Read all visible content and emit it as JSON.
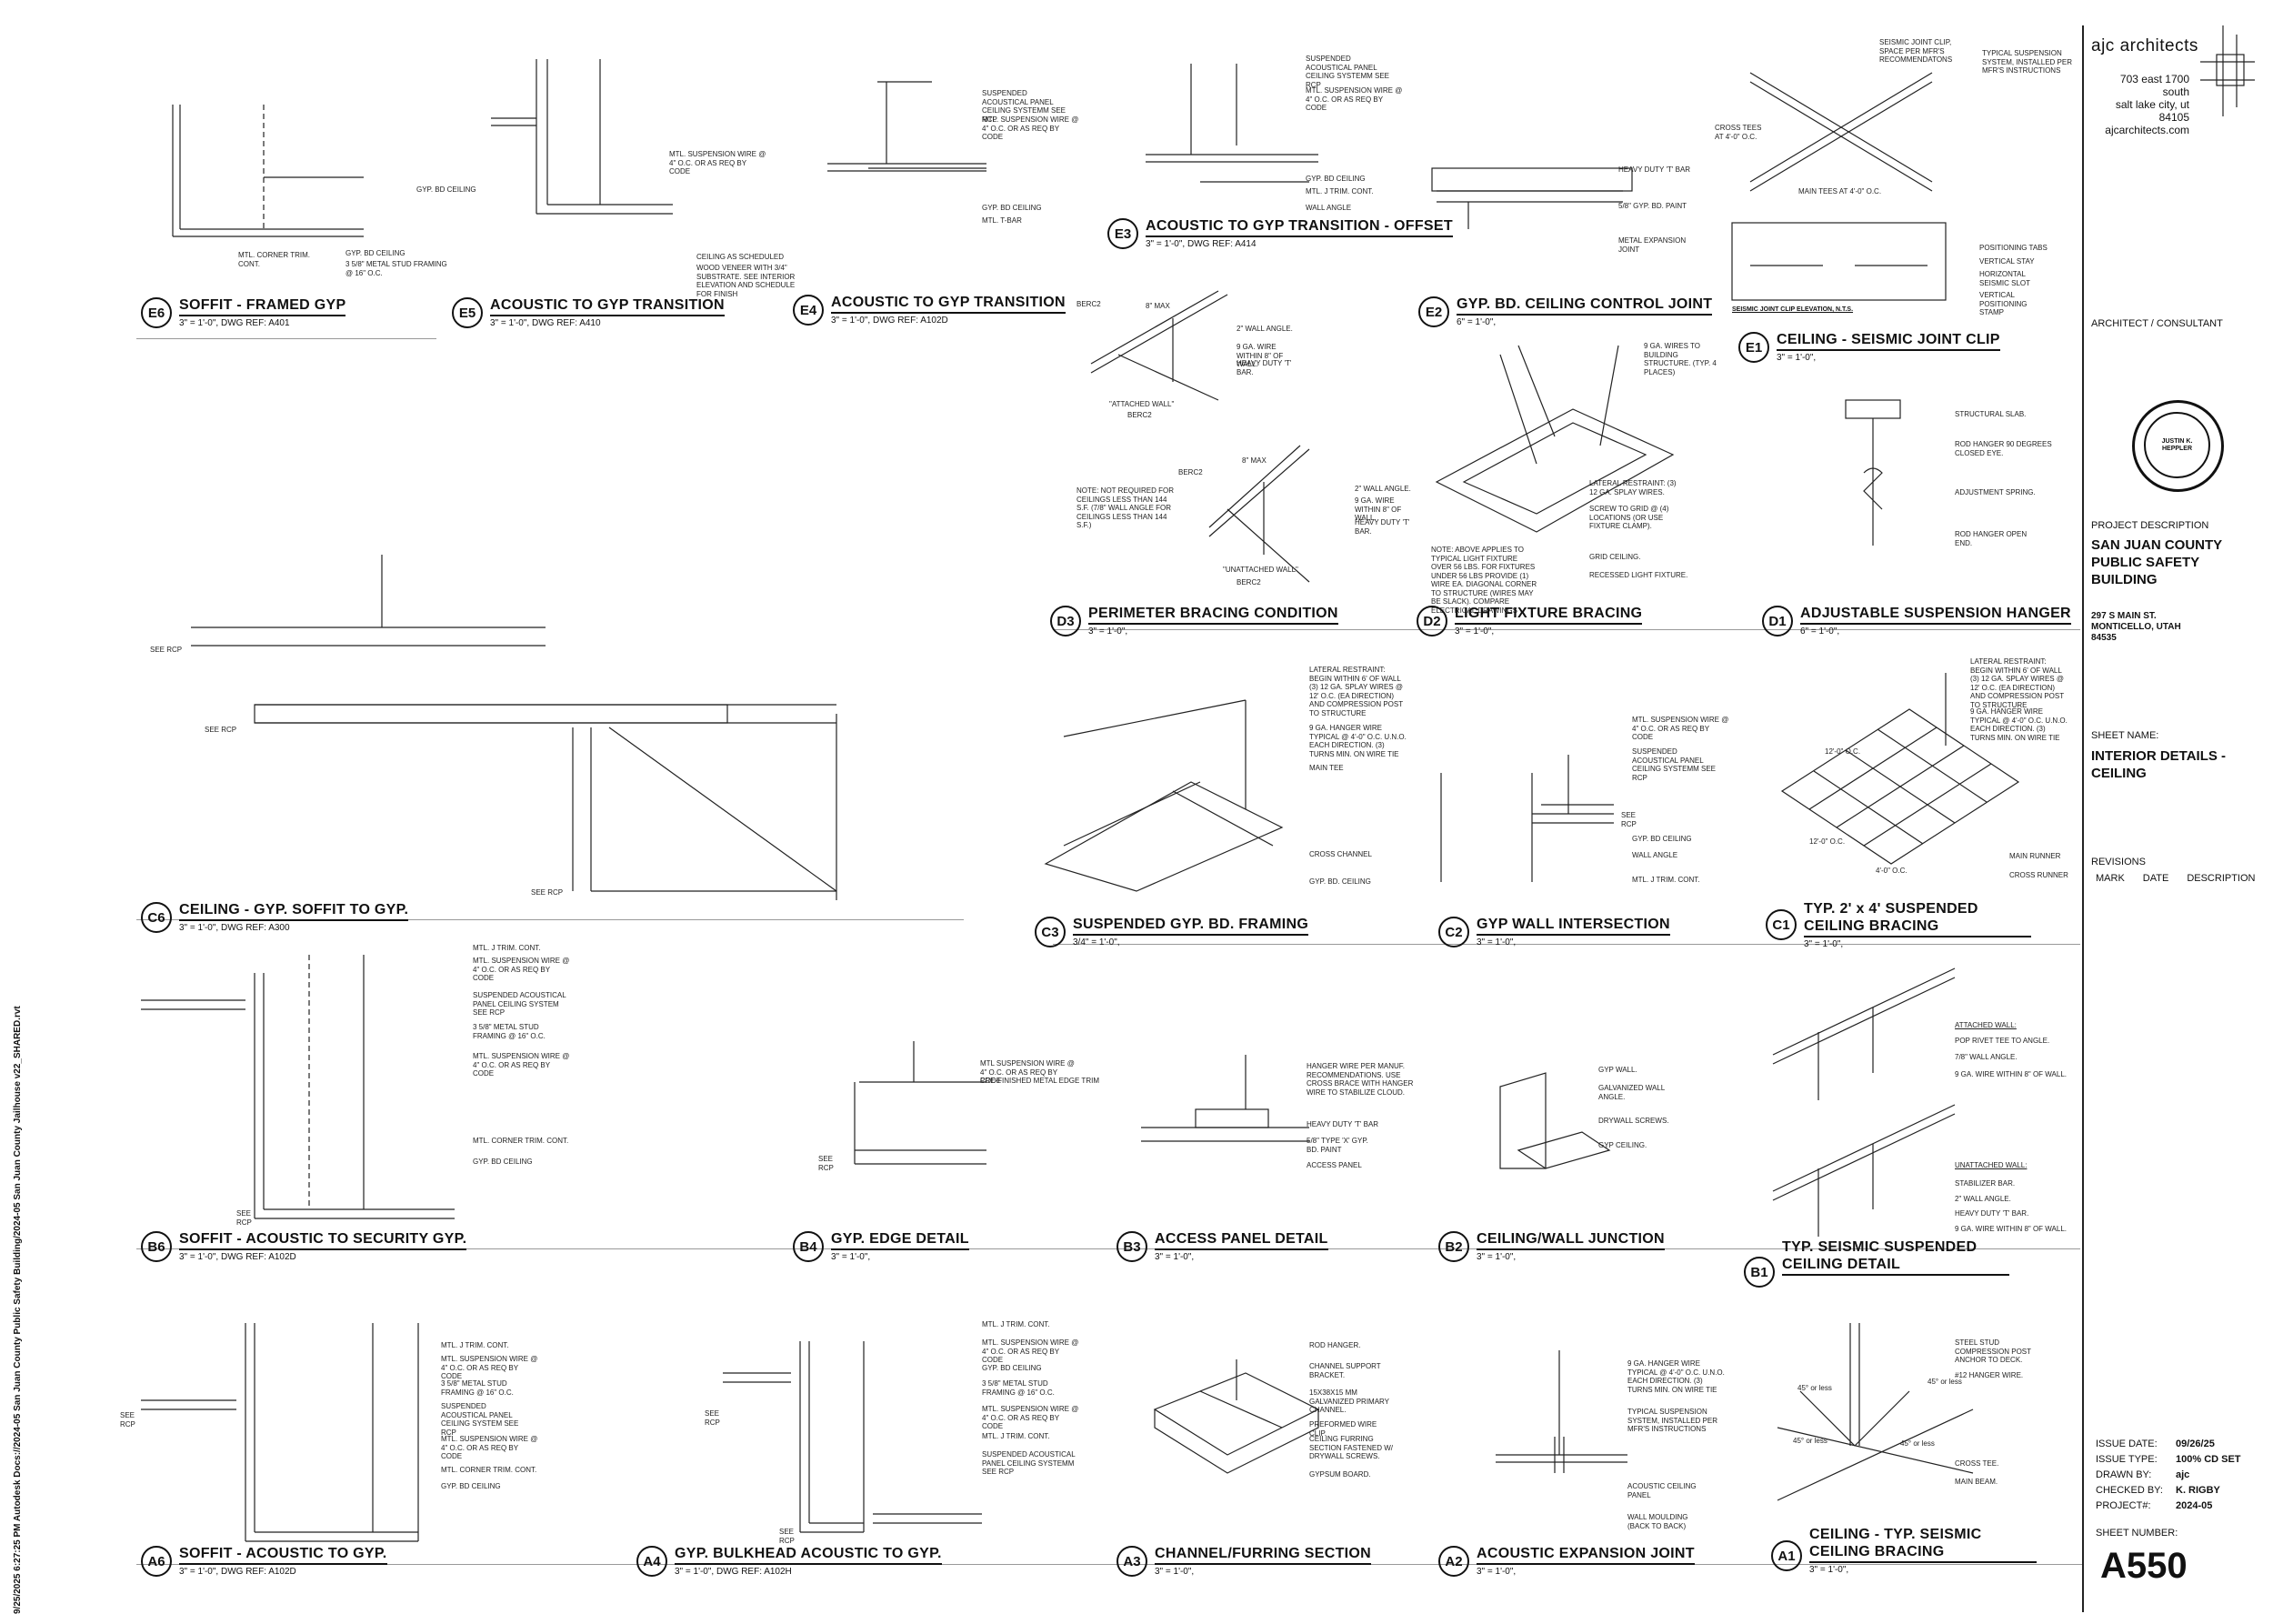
{
  "firm": {
    "name": "ajc architects",
    "address_line1": "703 east 1700 south",
    "address_line2": "salt lake city, ut 84105",
    "website": "ajcarchitects.com",
    "role_label": "ARCHITECT / CONSULTANT"
  },
  "stamp": {
    "text": "JUSTIN K. HEPPLER"
  },
  "project": {
    "description_label": "PROJECT DESCRIPTION",
    "name_line1": "SAN JUAN COUNTY",
    "name_line2": "PUBLIC SAFETY BUILDING",
    "address_line1": "297 S MAIN ST.",
    "address_line2": "MONTICELLO, UTAH",
    "address_line3": "84535"
  },
  "sheet": {
    "name_label": "SHEET NAME:",
    "name_line1": "INTERIOR DETAILS -",
    "name_line2": "CEILING",
    "number_label": "SHEET NUMBER:",
    "number": "A550"
  },
  "revisions": {
    "label": "REVISIONS",
    "col_mark": "MARK",
    "col_date": "DATE",
    "col_desc": "DESCRIPTION"
  },
  "issue_block": [
    {
      "k": "ISSUE DATE:",
      "v": "09/26/25"
    },
    {
      "k": "ISSUE TYPE:",
      "v": "100% CD SET"
    },
    {
      "k": "DRAWN BY:",
      "v": "ajc"
    },
    {
      "k": "CHECKED BY:",
      "v": "K. RIGBY"
    },
    {
      "k": "PROJECT#:",
      "v": "2024-05"
    }
  ],
  "autodesk_stamp": "9/25/2025 6:27:25 PM   Autodesk Docs://2024-05 San Juan County Public Safety Building/2024-05 San Juan County Jailhouse v22_SHARED.rvt",
  "details": {
    "E6": {
      "id": "E6",
      "title": "SOFFIT - FRAMED GYP",
      "scale": "3\" = 1'-0\",  DWG REF: A401"
    },
    "E5": {
      "id": "E5",
      "title": "ACOUSTIC TO GYP TRANSITION",
      "scale": "3\" = 1'-0\",  DWG REF: A410"
    },
    "E4": {
      "id": "E4",
      "title": "ACOUSTIC TO GYP TRANSITION",
      "scale": "3\" = 1'-0\",  DWG REF: A102D"
    },
    "E3": {
      "id": "E3",
      "title": "ACOUSTIC TO GYP TRANSITION - OFFSET",
      "scale": "3\" = 1'-0\",  DWG REF: A414"
    },
    "E2": {
      "id": "E2",
      "title": "GYP. BD. CEILING CONTROL JOINT",
      "scale": "6\" = 1'-0\","
    },
    "E1": {
      "id": "E1",
      "title": "CEILING - SEISMIC JOINT CLIP",
      "scale": "3\" = 1'-0\","
    },
    "D3": {
      "id": "D3",
      "title": "PERIMETER BRACING CONDITION",
      "scale": "3\" = 1'-0\","
    },
    "D2": {
      "id": "D2",
      "title": "LIGHT FIXTURE BRACING",
      "scale": "3\" = 1'-0\","
    },
    "D1": {
      "id": "D1",
      "title": "ADJUSTABLE SUSPENSION HANGER",
      "scale": "6\" = 1'-0\","
    },
    "C6": {
      "id": "C6",
      "title": "CEILING - GYP. SOFFIT TO GYP.",
      "scale": "3\" = 1'-0\",  DWG REF: A300"
    },
    "C3": {
      "id": "C3",
      "title": "SUSPENDED GYP. BD. FRAMING",
      "scale": "3/4\" = 1'-0\","
    },
    "C2": {
      "id": "C2",
      "title": "GYP WALL INTERSECTION",
      "scale": "3\" = 1'-0\","
    },
    "C1": {
      "id": "C1",
      "title": "TYP. 2' x 4' SUSPENDED CEILING BRACING",
      "scale": "3\" = 1'-0\","
    },
    "B6": {
      "id": "B6",
      "title": "SOFFIT - ACOUSTIC TO SECURITY GYP.",
      "scale": "3\" = 1'-0\",  DWG REF: A102D"
    },
    "B4": {
      "id": "B4",
      "title": "GYP. EDGE DETAIL",
      "scale": "3\" = 1'-0\","
    },
    "B3": {
      "id": "B3",
      "title": "ACCESS PANEL DETAIL",
      "scale": "3\" = 1'-0\","
    },
    "B2": {
      "id": "B2",
      "title": "CEILING/WALL JUNCTION",
      "scale": "3\" = 1'-0\","
    },
    "B1": {
      "id": "B1",
      "title": "TYP. SEISMIC SUSPENDED CEILING DETAIL",
      "scale": ""
    },
    "A6": {
      "id": "A6",
      "title": "SOFFIT - ACOUSTIC TO GYP.",
      "scale": "3\" = 1'-0\",  DWG REF: A102D"
    },
    "A4": {
      "id": "A4",
      "title": "GYP. BULKHEAD ACOUSTIC TO GYP.",
      "scale": "3\" = 1'-0\",  DWG REF: A102H"
    },
    "A3": {
      "id": "A3",
      "title": "CHANNEL/FURRING SECTION",
      "scale": "3\" = 1'-0\","
    },
    "A2": {
      "id": "A2",
      "title": "ACOUSTIC EXPANSION JOINT",
      "scale": "3\" = 1'-0\","
    },
    "A1": {
      "id": "A1",
      "title": "CEILING - TYP. SEISMIC CEILING BRACING",
      "scale": "3\" = 1'-0\","
    }
  },
  "notes": {
    "e6_a": "GYP. BD CEILING",
    "e6_b": "3 5/8\" METAL STUD FRAMING @ 16\" O.C.",
    "e6_c": "MTL. CORNER TRIM. CONT.",
    "e5_a": "MTL. SUSPENSION WIRE @ 4\" O.C. OR AS REQ BY CODE",
    "e5_b": "GYP. BD CEILING",
    "e5_c": "CEILING AS SCHEDULED",
    "e5_d": "WOOD VENEER WITH 3/4\" SUBSTRATE. SEE INTERIOR ELEVATION AND SCHEDULE FOR FINISH",
    "e4_a": "SUSPENDED ACOUSTICAL PANEL CEILING SYSTEMM SEE RCP",
    "e4_b": "MTL. SUSPENSION WIRE @ 4\" O.C. OR AS REQ BY CODE",
    "e4_c": "GYP. BD CEILING",
    "e4_d": "MTL. T-BAR",
    "e3_a": "SUSPENDED ACOUSTICAL PANEL CEILING SYSTEMM SEE RCP",
    "e3_b": "MTL. SUSPENSION WIRE @ 4\" O.C. OR AS REQ BY CODE",
    "e3_c": "GYP. BD CEILING",
    "e3_d": "MTL. J TRIM. CONT.",
    "e3_e": "WALL ANGLE",
    "e2_a": "HEAVY DUTY 'T' BAR",
    "e2_b": "5/8\" GYP. BD. PAINT",
    "e2_c": "METAL EXPANSION JOINT",
    "e1_a": "SEISMIC JOINT CLIP, SPACE PER MFR'S RECOMMENDATONS",
    "e1_b": "TYPICAL SUSPENSION SYSTEM, INSTALLED PER MFR'S INSTRUCTIONS",
    "e1_c": "CROSS TEES AT 4'-0\" O.C.",
    "e1_d": "MAIN TEES AT 4'-0\" O.C.",
    "e1_e": "POSITIONING TABS",
    "e1_f": "VERTICAL STAY",
    "e1_g": "HORIZONTAL SEISMIC SLOT",
    "e1_h": "VERTICAL POSITIONING STAMP",
    "e1_elev": "SEISMIC JOINT CLIP ELEVATION, N.T.S.",
    "d3_a": "2\" WALL ANGLE.",
    "d3_b": "9 GA. WIRE WITHIN 8\" OF WALL.",
    "d3_c": "HEAVY DUTY 'T' BAR.",
    "d3_d": "NOTE: NOT REQUIRED FOR CEILINGS LESS THAN 144 S.F. (7/8\" WALL ANGLE FOR CEILINGS LESS THAN 144 S.F.)",
    "d3_e": "\"ATTACHED WALL\"",
    "d3_f": "\"UNATTACHED WALL\"",
    "d3_g": "BERC2",
    "d3_h": "8\" MAX",
    "d2_a": "9 GA. WIRES TO BUILDING STRUCTURE. (TYP. 4 PLACES)",
    "d2_b": "LATERAL RESTRAINT: (3) 12 GA. SPLAY WIRES.",
    "d2_c": "SCREW TO GRID @ (4) LOCATIONS (OR USE FIXTURE CLAMP).",
    "d2_d": "GRID CEILING.",
    "d2_e": "RECESSED LIGHT FIXTURE.",
    "d2_f": "NOTE: ABOVE APPLIES TO TYPICAL LIGHT FIXTURE OVER 56 LBS. FOR FIXTURES UNDER 56 LBS PROVIDE (1) WIRE EA. DIAGONAL CORNER TO STRUCTURE (WIRES MAY BE SLACK). COMPARE ELECTRICAL DRAWINGS",
    "d1_a": "STRUCTURAL SLAB.",
    "d1_b": "ROD HANGER 90 DEGREES CLOSED EYE.",
    "d1_c": "ADJUSTMENT SPRING.",
    "d1_d": "ROD HANGER OPEN END.",
    "c3_a": "LATERAL RESTRAINT: BEGIN WITHIN 6' OF WALL (3) 12 GA. SPLAY WIRES @ 12' O.C. (EA DIRECTION) AND COMPRESSION POST TO STRUCTURE",
    "c3_b": "9 GA. HANGER WIRE TYPICAL @ 4'-0\" O.C. U.N.O. EACH DIRECTION. (3) TURNS MIN. ON WIRE TIE",
    "c3_c": "MAIN TEE",
    "c3_d": "CROSS CHANNEL",
    "c3_e": "GYP. BD. CEILING",
    "c2_a": "MTL. SUSPENSION WIRE @ 4\" O.C. OR AS REQ BY CODE",
    "c2_b": "SUSPENDED ACOUSTICAL PANEL CEILING SYSTEMM SEE RCP",
    "c2_c": "GYP. BD CEILING",
    "c2_d": "WALL ANGLE",
    "c2_e": "MTL. J TRIM. CONT.",
    "c1_a": "LATERAL RESTRAINT: BEGIN WITHIN 6' OF WALL (3) 12 GA. SPLAY WIRES @ 12' O.C. (EA DIRECTION) AND COMPRESSION POST TO STRUCTURE",
    "c1_b": "9 GA. HANGER WIRE TYPICAL @ 4'-0\" O.C. U.N.O. EACH DIRECTION. (3) TURNS MIN. ON WIRE TIE",
    "c1_c": "MAIN RUNNER",
    "c1_d": "CROSS RUNNER",
    "c1_e": "12'-0\" O.C.",
    "c1_f": "4'-0\" O.C.",
    "b6_a": "MTL. J TRIM. CONT.",
    "b6_b": "MTL. SUSPENSION WIRE @ 4\" O.C. OR AS REQ BY CODE",
    "b6_c": "SUSPENDED ACOUSTICAL PANEL CEILING SYSTEM SEE RCP",
    "b6_d": "3 5/8\" METAL STUD FRAMING @ 16\" O.C.",
    "b6_e": "MTL. SUSPENSION WIRE @ 4\" O.C. OR AS REQ BY CODE",
    "b6_f": "MTL. CORNER TRIM. CONT.",
    "b6_g": "GYP. BD CEILING",
    "b4_a": "MTL SUSPENSION WIRE @ 4\" O.C. OR AS REQ BY CODE",
    "b4_b": "PRE-FINISHED METAL EDGE TRIM",
    "b3_a": "HANGER WIRE PER MANUF. RECOMMENDATIONS. USE CROSS BRACE WITH HANGER WIRE TO STABILIZE CLOUD.",
    "b3_b": "HEAVY DUTY 'T' BAR",
    "b3_c": "5/8\" TYPE 'X' GYP. BD. PAINT",
    "b3_d": "ACCESS PANEL",
    "b2_a": "GYP WALL.",
    "b2_b": "GALVANIZED WALL ANGLE.",
    "b2_c": "DRYWALL SCREWS.",
    "b2_d": "GYP CEILING.",
    "b1_a": "ATTACHED WALL:",
    "b1_b": "POP RIVET TEE TO ANGLE.",
    "b1_c": "7/8\" WALL ANGLE.",
    "b1_d": "9 GA. WIRE WITHIN 8\" OF WALL.",
    "b1_e": "UNATTACHED WALL:",
    "b1_f": "STABILIZER BAR.",
    "b1_g": "2\" WALL ANGLE.",
    "b1_h": "HEAVY DUTY 'T' BAR.",
    "b1_i": "9 GA. WIRE WITHIN 8\" OF WALL.",
    "a6_a": "MTL. J TRIM. CONT.",
    "a6_b": "MTL. SUSPENSION WIRE @ 4\" O.C. OR AS REQ BY CODE",
    "a6_c": "3 5/8\" METAL STUD FRAMING @ 16\" O.C.",
    "a6_d": "SUSPENDED ACOUSTICAL PANEL CEILING SYSTEM SEE RCP",
    "a6_e": "MTL. SUSPENSION WIRE @ 4\" O.C. OR AS REQ BY CODE",
    "a6_f": "MTL. CORNER TRIM. CONT.",
    "a6_g": "GYP. BD CEILING",
    "a4_a": "MTL. J TRIM. CONT.",
    "a4_b": "MTL. SUSPENSION WIRE @ 4\" O.C. OR AS REQ BY CODE",
    "a4_c": "GYP. BD CEILING",
    "a4_d": "3 5/8\" METAL STUD FRAMING @ 16\" O.C.",
    "a4_e": "MTL. SUSPENSION WIRE @ 4\" O.C. OR AS REQ BY CODE",
    "a4_f": "MTL. J TRIM. CONT.",
    "a4_g": "SUSPENDED ACOUSTICAL PANEL CEILING SYSTEMM SEE RCP",
    "a3_a": "ROD HANGER.",
    "a3_b": "CHANNEL SUPPORT BRACKET.",
    "a3_c": "15X38X15 MM GALVANIZED PRIMARY CHANNEL.",
    "a3_d": "PREFORMED WIRE CLIP.",
    "a3_e": "CEILING FURRING SECTION FASTENED W/ DRYWALL SCREWS.",
    "a3_f": "GYPSUM BOARD.",
    "a2_a": "9 GA. HANGER WIRE TYPICAL @ 4'-0\" O.C. U.N.O. EACH DIRECTION. (3) TURNS MIN. ON WIRE TIE",
    "a2_b": "TYPICAL SUSPENSION SYSTEM, INSTALLED PER MFR'S INSTRUCTIONS",
    "a2_c": "ACOUSTIC CEILING PANEL",
    "a2_d": "WALL MOULDING (BACK TO BACK)",
    "a1_a": "STEEL STUD COMPRESSION POST ANCHOR TO DECK.",
    "a1_b": "#12 HANGER WIRE.",
    "a1_c": "CROSS TEE.",
    "a1_d": "MAIN BEAM.",
    "a1_e": "45° or less",
    "see_rcp": "SEE RCP"
  }
}
